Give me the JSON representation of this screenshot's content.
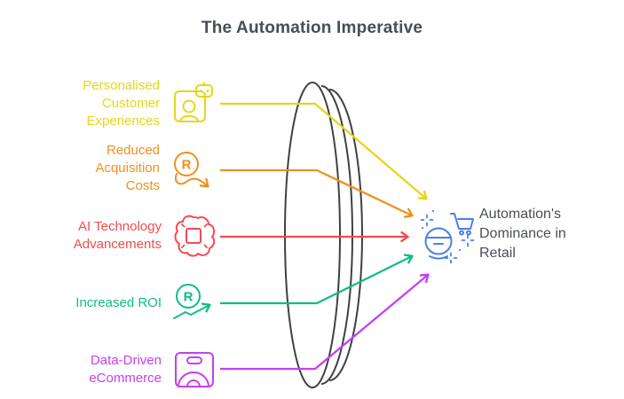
{
  "title": "The Automation Imperative",
  "factors": [
    {
      "label": "Personalised Customer Experiences",
      "color": "#e7d51b",
      "icon": "customer-card-robot-icon"
    },
    {
      "label": "Reduced Acquisition Costs",
      "color": "#f0901f",
      "icon": "reduced-cost-arrow-icon",
      "icon_letter": "R"
    },
    {
      "label": "AI Technology Advancements",
      "color": "#f54a50",
      "icon": "ai-brain-chip-icon"
    },
    {
      "label": "Increased ROI",
      "color": "#10bd83",
      "icon": "roi-growth-arrow-icon",
      "icon_letter": "R"
    },
    {
      "label": "Data-Driven eCommerce",
      "color": "#c53ff1",
      "icon": "dashboard-gauge-icon"
    }
  ],
  "outcome": {
    "label": "Automation's Dominance in Retail",
    "color": "#4a80eb",
    "icon": "retail-automation-robot-cart-icon"
  },
  "lens_color": "#3d4045",
  "heading_color": "#474e55"
}
